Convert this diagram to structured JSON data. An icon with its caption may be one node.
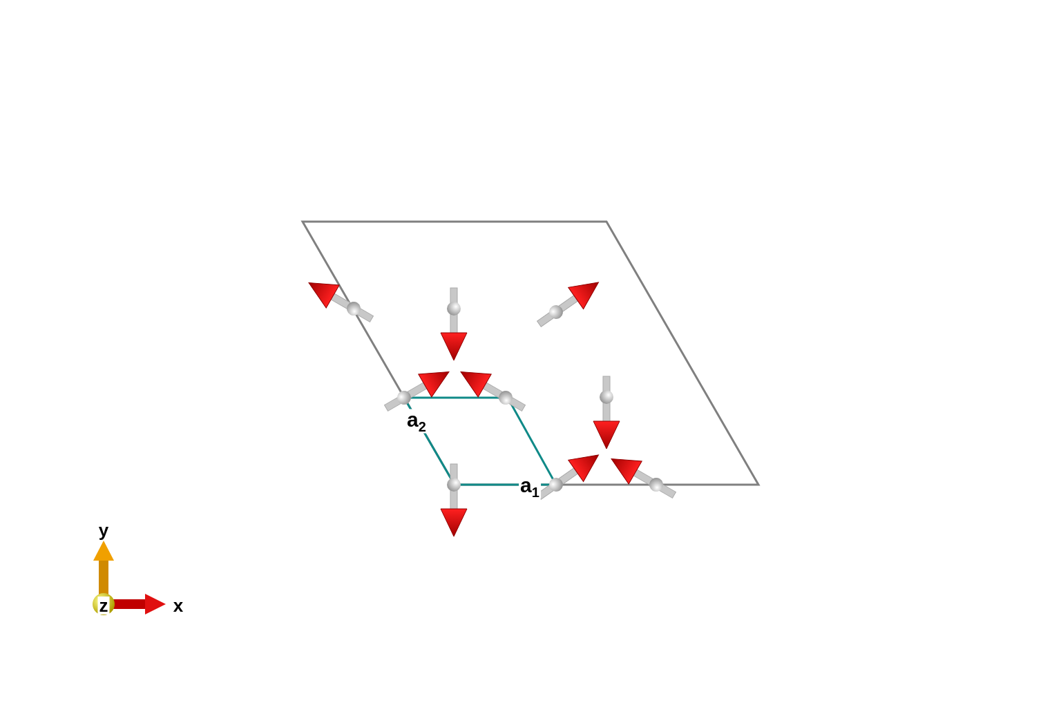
{
  "diagram": {
    "labels": [
      "a$_{2}$",
      "a$_{1}$",
      "y",
      "z",
      "x"
    ]
  }
}
